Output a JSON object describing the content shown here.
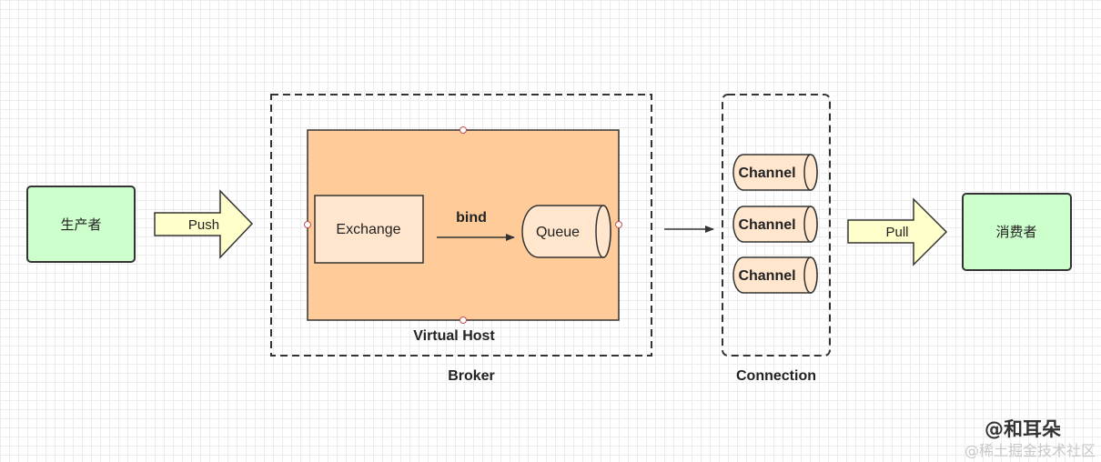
{
  "producer": {
    "label": "生产者",
    "fill": "#ccffcc"
  },
  "consumer": {
    "label": "消费者",
    "fill": "#ccffcc"
  },
  "push_arrow": {
    "label": "Push",
    "fill": "#ffffcc"
  },
  "pull_arrow": {
    "label": "Pull",
    "fill": "#ffffcc"
  },
  "broker": {
    "label": "Broker",
    "virtual_host": {
      "label": "Virtual Host",
      "fill": "#ffcc99",
      "exchange": {
        "label": "Exchange",
        "fill": "#ffe6cc"
      },
      "bind": {
        "label": "bind"
      },
      "queue": {
        "label": "Queue",
        "fill": "#ffe6cc"
      }
    }
  },
  "connection": {
    "label": "Connection",
    "channels": [
      {
        "label": "Channel"
      },
      {
        "label": "Channel"
      },
      {
        "label": "Channel"
      }
    ],
    "channel_fill": "#ffe6cc"
  },
  "watermark": {
    "main": "@和耳朵",
    "sub": "@稀土掘金技术社区"
  }
}
